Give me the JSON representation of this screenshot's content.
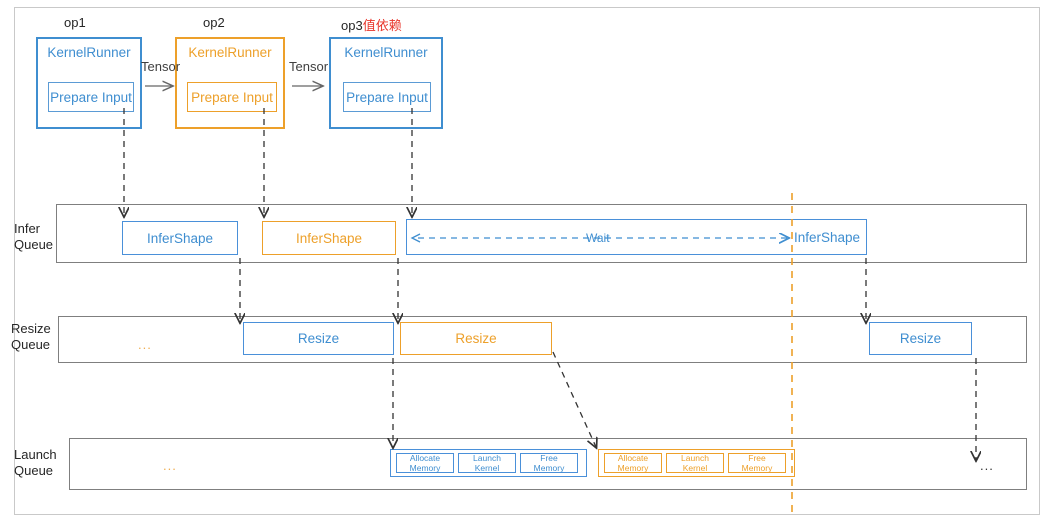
{
  "diagram": {
    "ops": [
      {
        "label_main": "op1",
        "label_cn": "",
        "title": "KernelRunner",
        "inner": "Prepare Input",
        "color": "#3f8ed0"
      },
      {
        "label_main": "op2",
        "label_cn": "",
        "title": "KernelRunner",
        "inner": "Prepare Input",
        "color": "#eda02a"
      },
      {
        "label_main": "op3",
        "label_cn": "值依赖",
        "title": "KernelRunner",
        "inner": "Prepare Input",
        "color": "#3f8ed0"
      }
    ],
    "edge_labels": [
      "Tensor",
      "Tensor"
    ],
    "queues": [
      {
        "name": "infer",
        "label_line1": "Infer",
        "label_line2": "Queue"
      },
      {
        "name": "resize",
        "label_line1": "Resize",
        "label_line2": "Queue"
      },
      {
        "name": "launch",
        "label_line1": "Launch",
        "label_line2": "Queue"
      }
    ],
    "infer_tasks": [
      {
        "text": "InferShape",
        "color": "blue"
      },
      {
        "text": "InferShape",
        "color": "orange"
      },
      {
        "text": "InferShape",
        "color": "blue"
      }
    ],
    "wait_label": "Wait",
    "resize_tasks": [
      {
        "text": "Resize",
        "color": "blue"
      },
      {
        "text": "Resize",
        "color": "orange"
      },
      {
        "text": "Resize",
        "color": "blue"
      }
    ],
    "launch_groups": [
      {
        "color": "blue",
        "steps": [
          {
            "line1": "Allocate",
            "line2": "Memory"
          },
          {
            "line1": "Launch",
            "line2": "Kernel"
          },
          {
            "line1": "Free",
            "line2": "Memory"
          }
        ]
      },
      {
        "color": "orange",
        "steps": [
          {
            "line1": "Allocate",
            "line2": "Memory"
          },
          {
            "line1": "Launch",
            "line2": "Kernel"
          },
          {
            "line1": "Free",
            "line2": "Memory"
          }
        ]
      }
    ],
    "ellipses": {
      "resize_left": "...",
      "launch_left": "...",
      "launch_right": "..."
    },
    "colors": {
      "blue": "#3f8ed0",
      "orange": "#eda02a",
      "red": "#e8342a",
      "queue_border": "#7f7f7f",
      "arrow": "#333333"
    }
  }
}
